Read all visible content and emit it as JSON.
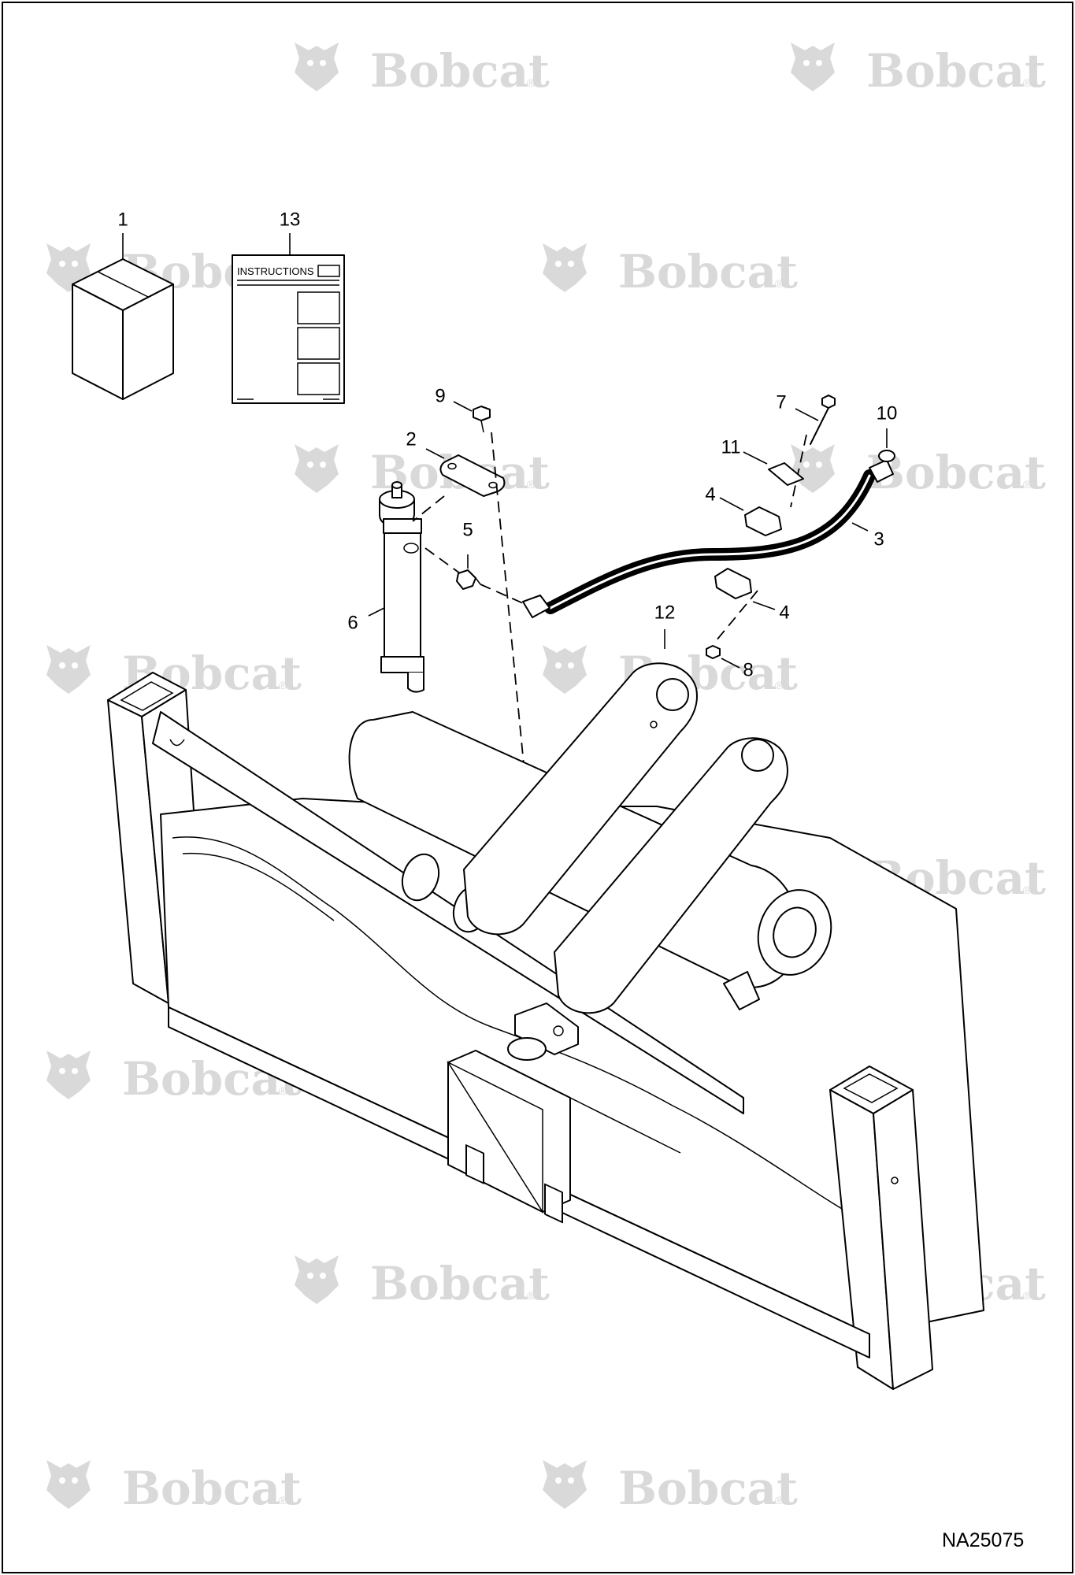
{
  "watermark": {
    "brand_text": "Bobcat",
    "registered_mark": "®",
    "color": "#d9d9d9"
  },
  "drawing_id": "NA25075",
  "instructions_card": {
    "heading": "INSTRUCTIONS"
  },
  "callouts": {
    "c1": "1",
    "c13": "13",
    "c9": "9",
    "c2": "2",
    "c5": "5",
    "c6": "6",
    "c7": "7",
    "c10": "10",
    "c11": "11",
    "c4a": "4",
    "c4b": "4",
    "c3": "3",
    "c12": "12",
    "c8": "8"
  }
}
